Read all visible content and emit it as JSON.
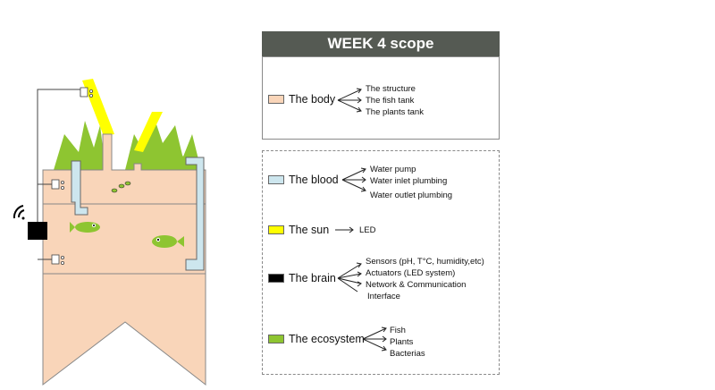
{
  "scope": {
    "title": "WEEK 4 scope"
  },
  "colors": {
    "body": "#f9d5b9",
    "blood": "#cde6ee",
    "sun": "#ffff00",
    "brain": "#000000",
    "ecosystem": "#8ec531",
    "header_bg": "#555a53",
    "fish": "#8ec531"
  },
  "categories": [
    {
      "key": "body",
      "label": "The body",
      "color": "#f9d5b9",
      "items": [
        "The structure",
        "The fish tank",
        "The plants tank"
      ]
    },
    {
      "key": "blood",
      "label": "The blood",
      "color": "#cde6ee",
      "items": [
        "Water pump",
        "Water inlet plumbing",
        "Water outlet plumbing"
      ]
    },
    {
      "key": "sun",
      "label": "The sun",
      "color": "#ffff00",
      "items": [
        "LED"
      ]
    },
    {
      "key": "brain",
      "label": "The brain",
      "color": "#000000",
      "items": [
        "Sensors (pH, T°C, humidity,etc)",
        "Actuators (LED system)",
        "Network & Communication",
        "Interface"
      ]
    },
    {
      "key": "ecosystem",
      "label": "The ecosystem",
      "color": "#8ec531",
      "items": [
        "Fish",
        "Plants",
        "Bacterias"
      ]
    }
  ],
  "icons": {
    "wifi": "wifi-icon",
    "sensor": "sensor-icon",
    "fish": "fish-icon",
    "plant": "plant-icon",
    "led": "led-icon",
    "controller": "controller-box-icon"
  }
}
